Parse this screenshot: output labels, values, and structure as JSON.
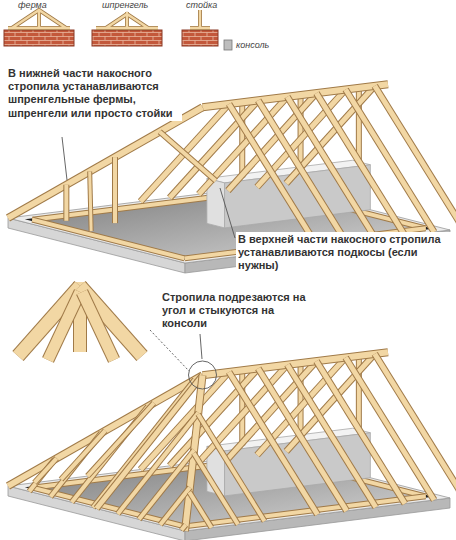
{
  "diagram": {
    "labels": [
      "ферма",
      "шпренгель",
      "стойка",
      "консоль",
      "В нижней части накосного стропила устанавливаются шпренгельные фермы, шпренгели или просто стойки",
      "В верхней части накосного стропила устанавливаются подкосы (если нужны)",
      "Стропила подрезаются на угол и стыкуются на консоли"
    ]
  }
}
